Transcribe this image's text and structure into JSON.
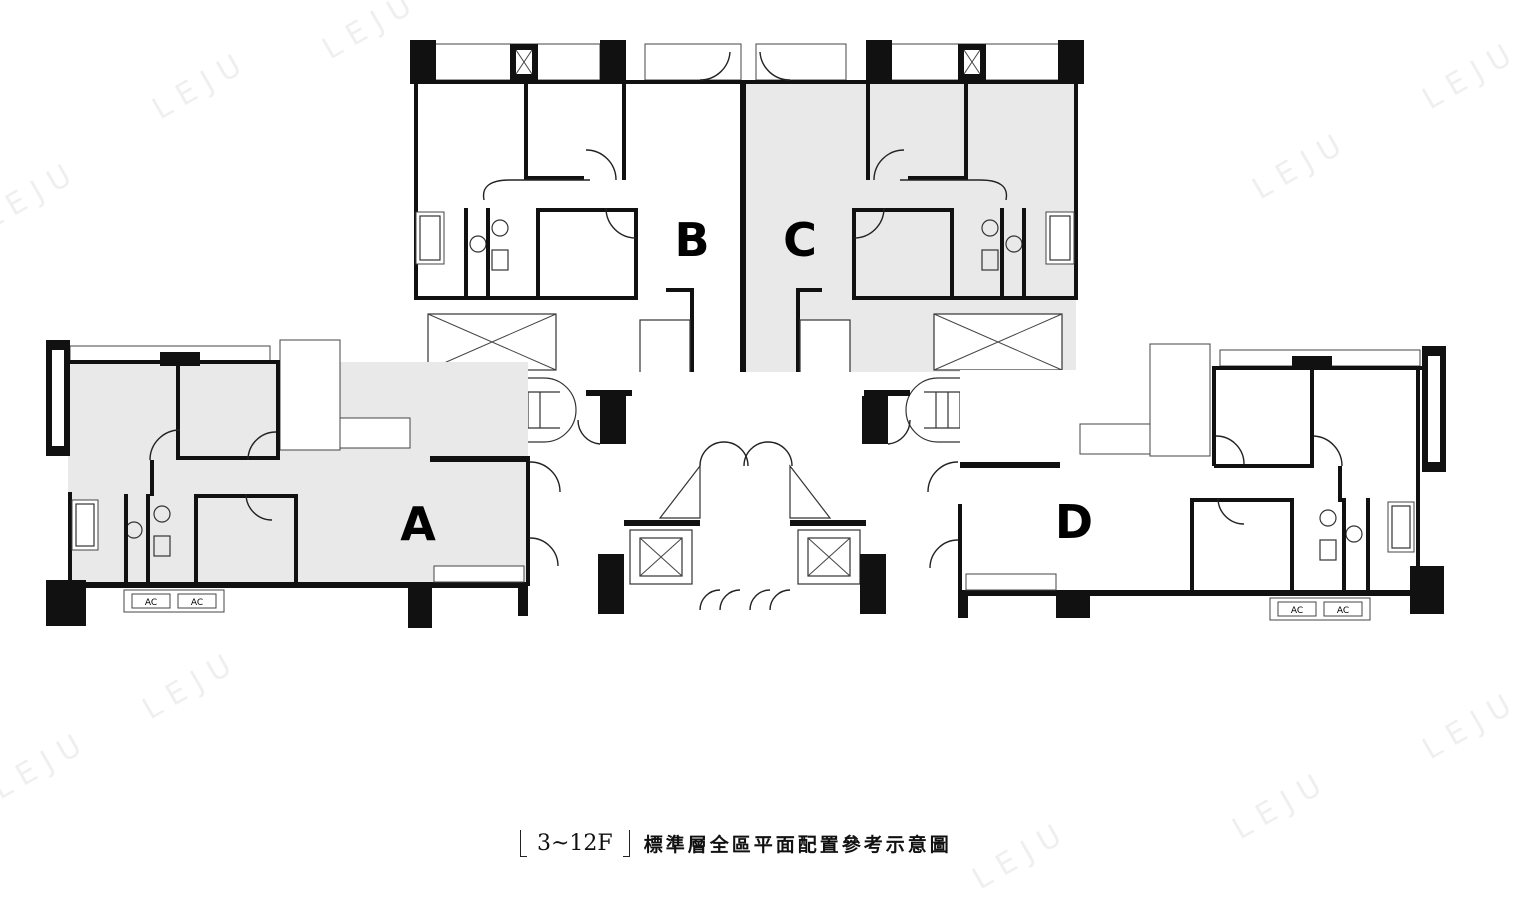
{
  "watermark": "LEJU",
  "units": [
    {
      "id": "unit-a",
      "label": "A"
    },
    {
      "id": "unit-b",
      "label": "B"
    },
    {
      "id": "unit-c",
      "label": "C"
    },
    {
      "id": "unit-d",
      "label": "D"
    }
  ],
  "fixtures": {
    "ac_label": "AC"
  },
  "caption": {
    "floor_range": "3~12F",
    "title": "標準層全區平面配置參考示意圖"
  }
}
